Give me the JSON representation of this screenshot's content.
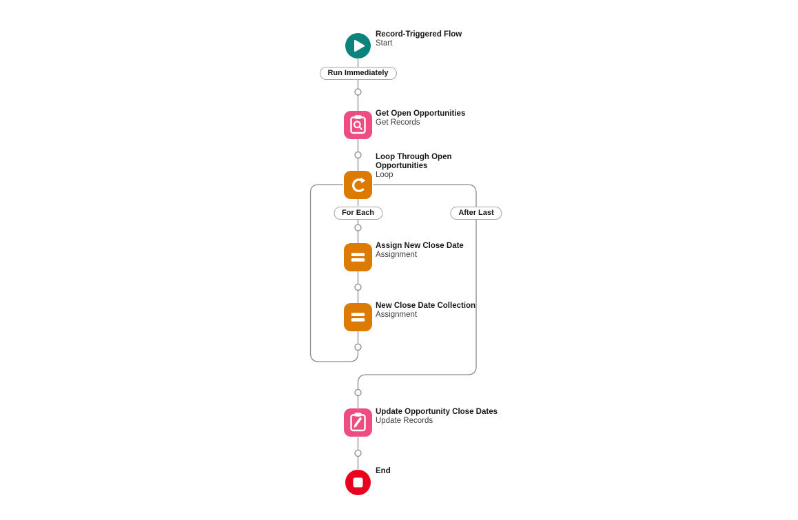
{
  "app": {
    "name": "Flow Builder Canvas"
  },
  "colors": {
    "canvas_background": "#ffffff",
    "connector_gray": "#8a8a8a",
    "start_teal": "#0b827c",
    "data_pink": "#ee4d82",
    "logic_orange": "#dd7a01",
    "end_red": "#ea001e",
    "label_text": "#181818"
  },
  "flow": {
    "nodes": [
      {
        "id": "start",
        "title": "Record-Triggered Flow",
        "subtitle": "Start",
        "icon": "play-icon",
        "color": "#0b827c"
      },
      {
        "id": "get",
        "title": "Get Open Opportunities",
        "subtitle": "Get Records",
        "icon": "record-lookup-icon",
        "color": "#ee4d82"
      },
      {
        "id": "loop",
        "title": "Loop Through Open Opportunities",
        "subtitle": "Loop",
        "icon": "loop-icon",
        "color": "#dd7a01"
      },
      {
        "id": "assign1",
        "title": "Assign New Close Date",
        "subtitle": "Assignment",
        "icon": "assignment-icon",
        "color": "#dd7a01"
      },
      {
        "id": "assign2",
        "title": "New Close Date Collection",
        "subtitle": "Assignment",
        "icon": "assignment-icon",
        "color": "#dd7a01"
      },
      {
        "id": "update",
        "title": "Update Opportunity Close Dates",
        "subtitle": "Update Records",
        "icon": "record-update-icon",
        "color": "#ee4d82"
      },
      {
        "id": "end",
        "title": "End",
        "subtitle": "",
        "icon": "stop-icon",
        "color": "#ea001e"
      }
    ],
    "connector_labels": {
      "run_immediately": "Run Immediately",
      "for_each": "For Each",
      "after_last": "After Last"
    }
  }
}
